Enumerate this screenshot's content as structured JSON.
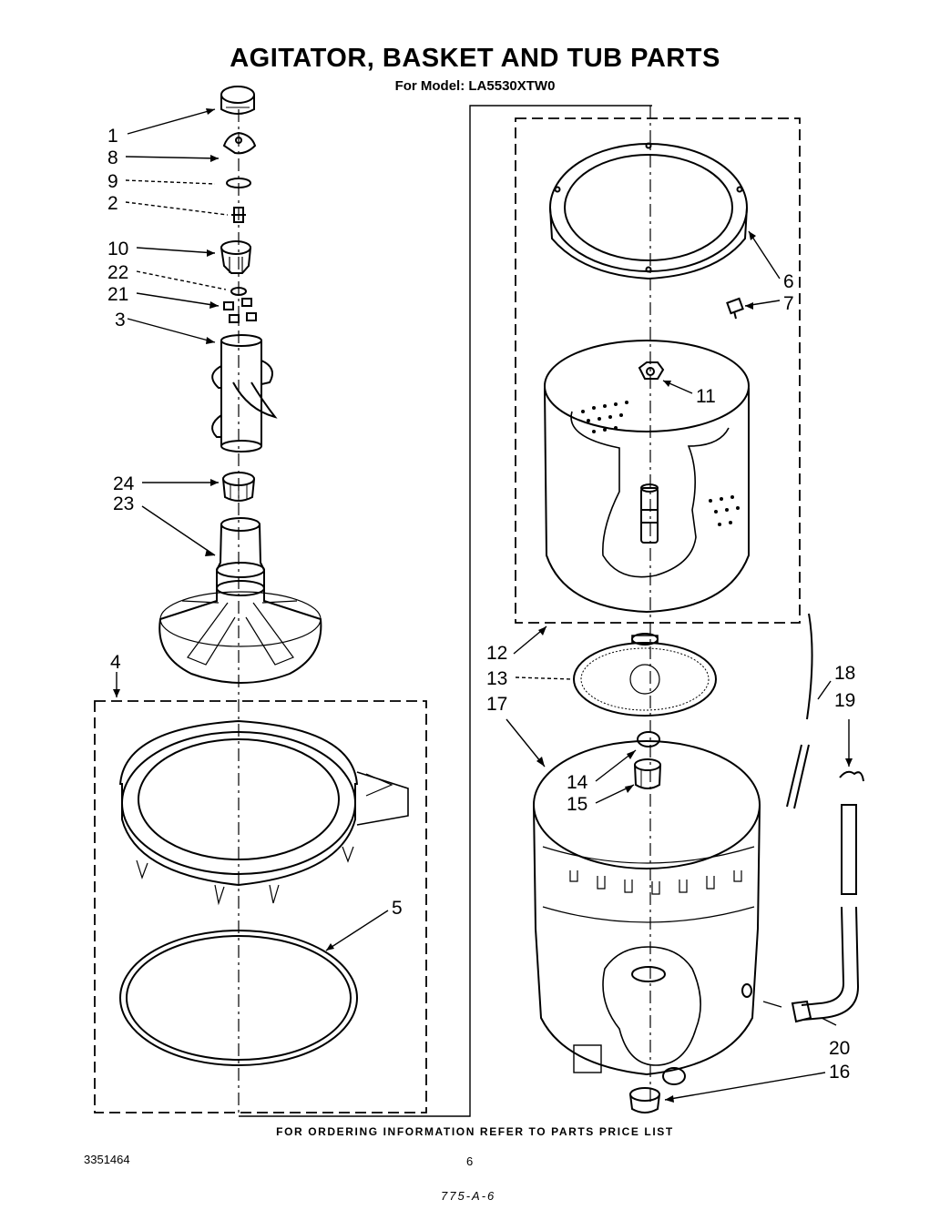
{
  "title": "AGITATOR, BASKET AND TUB PARTS",
  "subtitle": "For Model: LA5530XTW0",
  "footer_note": "FOR ORDERING INFORMATION REFER TO PARTS PRICE LIST",
  "doc_number": "3351464",
  "page_number": "6",
  "handwritten_note": "775-A-6",
  "callouts": {
    "c1": "1",
    "c8": "8",
    "c9": "9",
    "c2": "2",
    "c10": "10",
    "c22": "22",
    "c21": "21",
    "c3": "3",
    "c24": "24",
    "c23": "23",
    "c4": "4",
    "c5": "5",
    "c6": "6",
    "c7": "7",
    "c11": "11",
    "c12": "12",
    "c13": "13",
    "c17": "17",
    "c14": "14",
    "c15": "15",
    "c18": "18",
    "c19": "19",
    "c20": "20",
    "c16": "16"
  }
}
